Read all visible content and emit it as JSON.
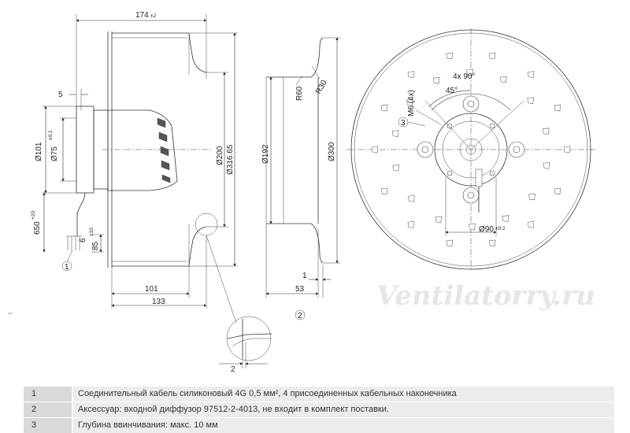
{
  "watermark": "Ventilatorry.ru",
  "callouts": {
    "one": "1",
    "two": "2",
    "three": "3"
  },
  "dims": {
    "width_174": "174",
    "width_174_tol": "±2",
    "d5": "5",
    "d101": "Ø101",
    "d75": "Ø75",
    "d75_tol": "±0.1",
    "d650": "650",
    "d650_tol": "+20",
    "d6": "6",
    "d85": "85",
    "d85_tol": "±10",
    "d200": "Ø200",
    "d316": "Ø316.65",
    "d101b": "101",
    "d133": "133",
    "r60": "R60",
    "r30": "R30",
    "d192": "Ø192",
    "d300": "Ø300",
    "d1": "1",
    "d53": "53",
    "d2": "2",
    "ang_4x90": "4x 90°",
    "ang_45": "45°",
    "m6": "M6 (4x)",
    "d90": "Ø90",
    "d90_tol": "±0.2"
  },
  "notes": [
    {
      "num": "1",
      "text": "Соединительный кабель силиконовый 4G 0,5 мм², 4 присоединенных кабельных наконечника"
    },
    {
      "num": "2",
      "text": "Аксессуар: входной диффузор 97512-2-4013, не входит в комплект поставки."
    },
    {
      "num": "3",
      "text": "Глубина ввинчивания: макс. 10 мм"
    }
  ]
}
